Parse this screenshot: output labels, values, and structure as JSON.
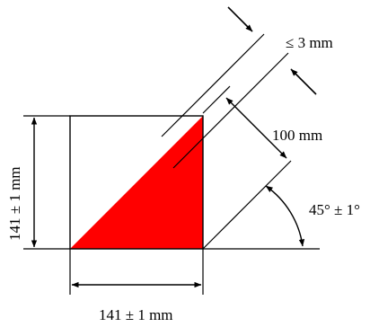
{
  "diagram": {
    "labels": {
      "gap": "≤ 3 mm",
      "diagonal_distance": "100 mm",
      "height": "141 ± 1 mm",
      "width": "141 ± 1 mm",
      "angle": "45° ± 1°"
    },
    "colors": {
      "triangle_fill": "#ff0000",
      "line": "#000000",
      "background": "#ffffff"
    },
    "square_side": "141 ± 1 mm",
    "stripe_angle_deg": 45
  }
}
